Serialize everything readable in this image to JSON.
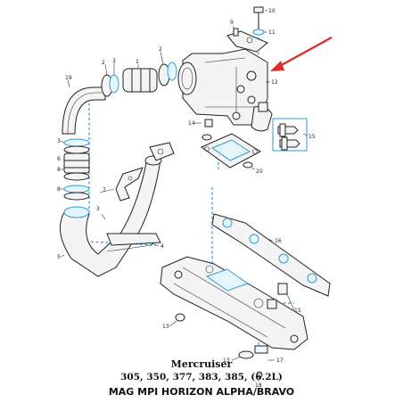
{
  "captions": {
    "line1": "Mercruiser",
    "line2": "305, 350, 377, 383, 385, (6.2L)",
    "line3": "MAG MPI HORIZON ALPHA/BRAVO"
  },
  "callouts": {
    "n1": "1",
    "n2": "2",
    "n3": "3",
    "n4": "4",
    "n5": "5",
    "n6": "6",
    "n7": "7",
    "n8": "8",
    "n9": "9",
    "n10": "10",
    "n11": "11",
    "n12": "12",
    "n13": "13",
    "n14": "14",
    "n15": "15",
    "n16": "16",
    "n17": "17",
    "n18": "18",
    "n19": "19",
    "n20": "20"
  },
  "colors": {
    "arrow": "#d9302a",
    "accent": "#2e9cd6",
    "ink": "#222222"
  }
}
